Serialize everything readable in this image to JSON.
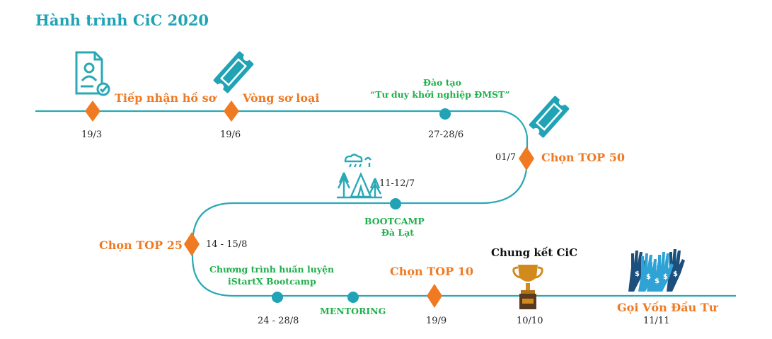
{
  "title": "Hành trình CiC 2020",
  "colors": {
    "line": "#2aa8b6",
    "diamond": "#f07a22",
    "dot": "#1fa3b5",
    "accent_text": "#f07a22",
    "green_text": "#1fb04b"
  },
  "milestones": {
    "tiep_nhan": {
      "label": "Tiếp nhận hồ sơ",
      "date": "19/3",
      "icon": "document-user-icon"
    },
    "vong_so_loai": {
      "label": "Vòng sơ loại",
      "date": "19/6",
      "icon": "ticket-icon"
    },
    "dao_tao": {
      "label_line1": "Đào tạo",
      "label_line2": "“Tư duy khởi nghiệp ĐMST”",
      "date": "27-28/6"
    },
    "top50": {
      "label": "Chọn TOP 50",
      "date": "01/7",
      "icon": "ticket-icon"
    },
    "bootcamp": {
      "label_line1": "BOOTCAMP",
      "label_line2": "Đà Lạt",
      "date": "11-12/7",
      "icon": "camping-tent-icon"
    },
    "top25": {
      "label": "Chọn TOP 25",
      "date": "14 - 15/8"
    },
    "huan_luyen": {
      "label_line1": "Chương trình huấn luyện",
      "label_line2": "iStartX Bootcamp",
      "date": "24 - 28/8"
    },
    "mentoring": {
      "label": "MENTORING"
    },
    "top10": {
      "label": "Chọn TOP 10",
      "date": "19/9"
    },
    "chung_ket": {
      "label": "Chung kết CiC",
      "date": "10/10",
      "icon": "trophy-icon"
    },
    "goi_von": {
      "label": "Gọi Vốn Đầu Tư",
      "date": "11/11",
      "icon": "raised-hands-money-icon"
    }
  }
}
